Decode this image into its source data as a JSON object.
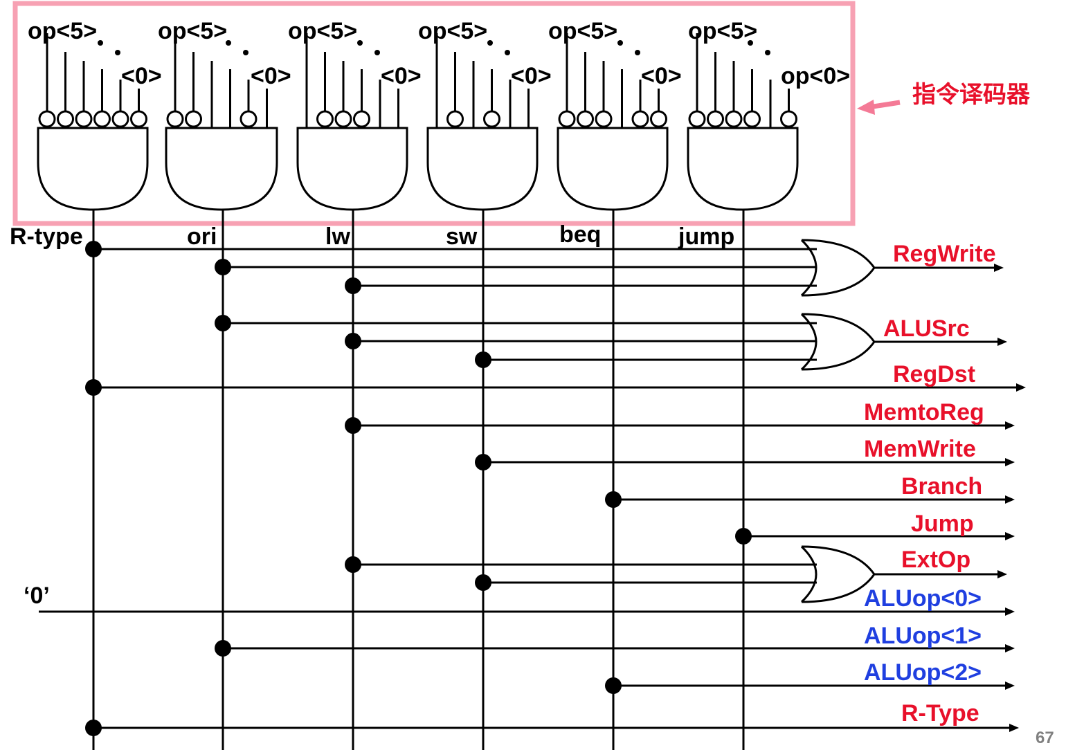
{
  "decoder_label": "指令译码器",
  "gate_top_labels": {
    "op5": "op<5>",
    "op0": "<0>",
    "op0_last": "op<0>"
  },
  "instructions": [
    "R-type",
    "ori",
    "lw",
    "sw",
    "beq",
    "jump"
  ],
  "zero_input": "‘0’",
  "signals": [
    {
      "name": "RegWrite",
      "color": "#e8102a",
      "sources": [
        "R-type",
        "ori",
        "lw"
      ]
    },
    {
      "name": "ALUSrc",
      "color": "#e8102a",
      "sources": [
        "ori",
        "lw",
        "sw"
      ]
    },
    {
      "name": "RegDst",
      "color": "#e8102a",
      "sources": [
        "R-type"
      ]
    },
    {
      "name": "MemtoReg",
      "color": "#e8102a",
      "sources": [
        "lw"
      ]
    },
    {
      "name": "MemWrite",
      "color": "#e8102a",
      "sources": [
        "sw"
      ]
    },
    {
      "name": "Branch",
      "color": "#e8102a",
      "sources": [
        "beq"
      ]
    },
    {
      "name": "Jump",
      "color": "#e8102a",
      "sources": [
        "jump"
      ]
    },
    {
      "name": "ExtOp",
      "color": "#e8102a",
      "sources": [
        "lw",
        "sw"
      ]
    },
    {
      "name": "ALUop<0>",
      "color": "#1f3fe0",
      "sources": [
        "‘0’"
      ]
    },
    {
      "name": "ALUop<1>",
      "color": "#1f3fe0",
      "sources": [
        "ori"
      ]
    },
    {
      "name": "ALUop<2>",
      "color": "#1f3fe0",
      "sources": [
        "beq"
      ]
    },
    {
      "name": "R-Type",
      "color": "#e8102a",
      "sources": [
        "R-type"
      ]
    }
  ],
  "page_number": "67",
  "colors": {
    "highlight_box": "#f7a1b3",
    "arrow": "#f47a96",
    "decoder_text": "#e8102a",
    "wire": "#000000"
  }
}
